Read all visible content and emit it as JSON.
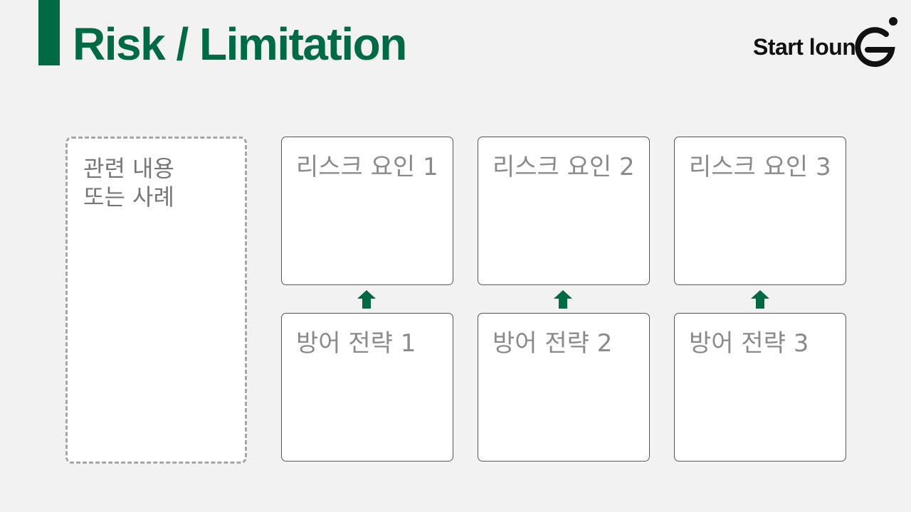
{
  "slide": {
    "title": "Risk / Limitation"
  },
  "logo": {
    "text": "Start loun",
    "mark": "G-letter-logo-icon"
  },
  "colors": {
    "accent": "#006a44",
    "background": "#f2f2f2",
    "card_border": "#555555",
    "dashed_border": "#a6a6a6",
    "label_text": "#8a8a8a"
  },
  "case_panel": {
    "line1": "관련 내용",
    "line2": "또는 사례"
  },
  "risks": [
    {
      "label": "리스크 요인 1"
    },
    {
      "label": "리스크 요인 2"
    },
    {
      "label": "리스크 요인 3"
    }
  ],
  "defenses": [
    {
      "label": "방어 전략 1"
    },
    {
      "label": "방어 전략 2"
    },
    {
      "label": "방어 전략 3"
    }
  ],
  "arrow_icon": "up-arrow-icon"
}
